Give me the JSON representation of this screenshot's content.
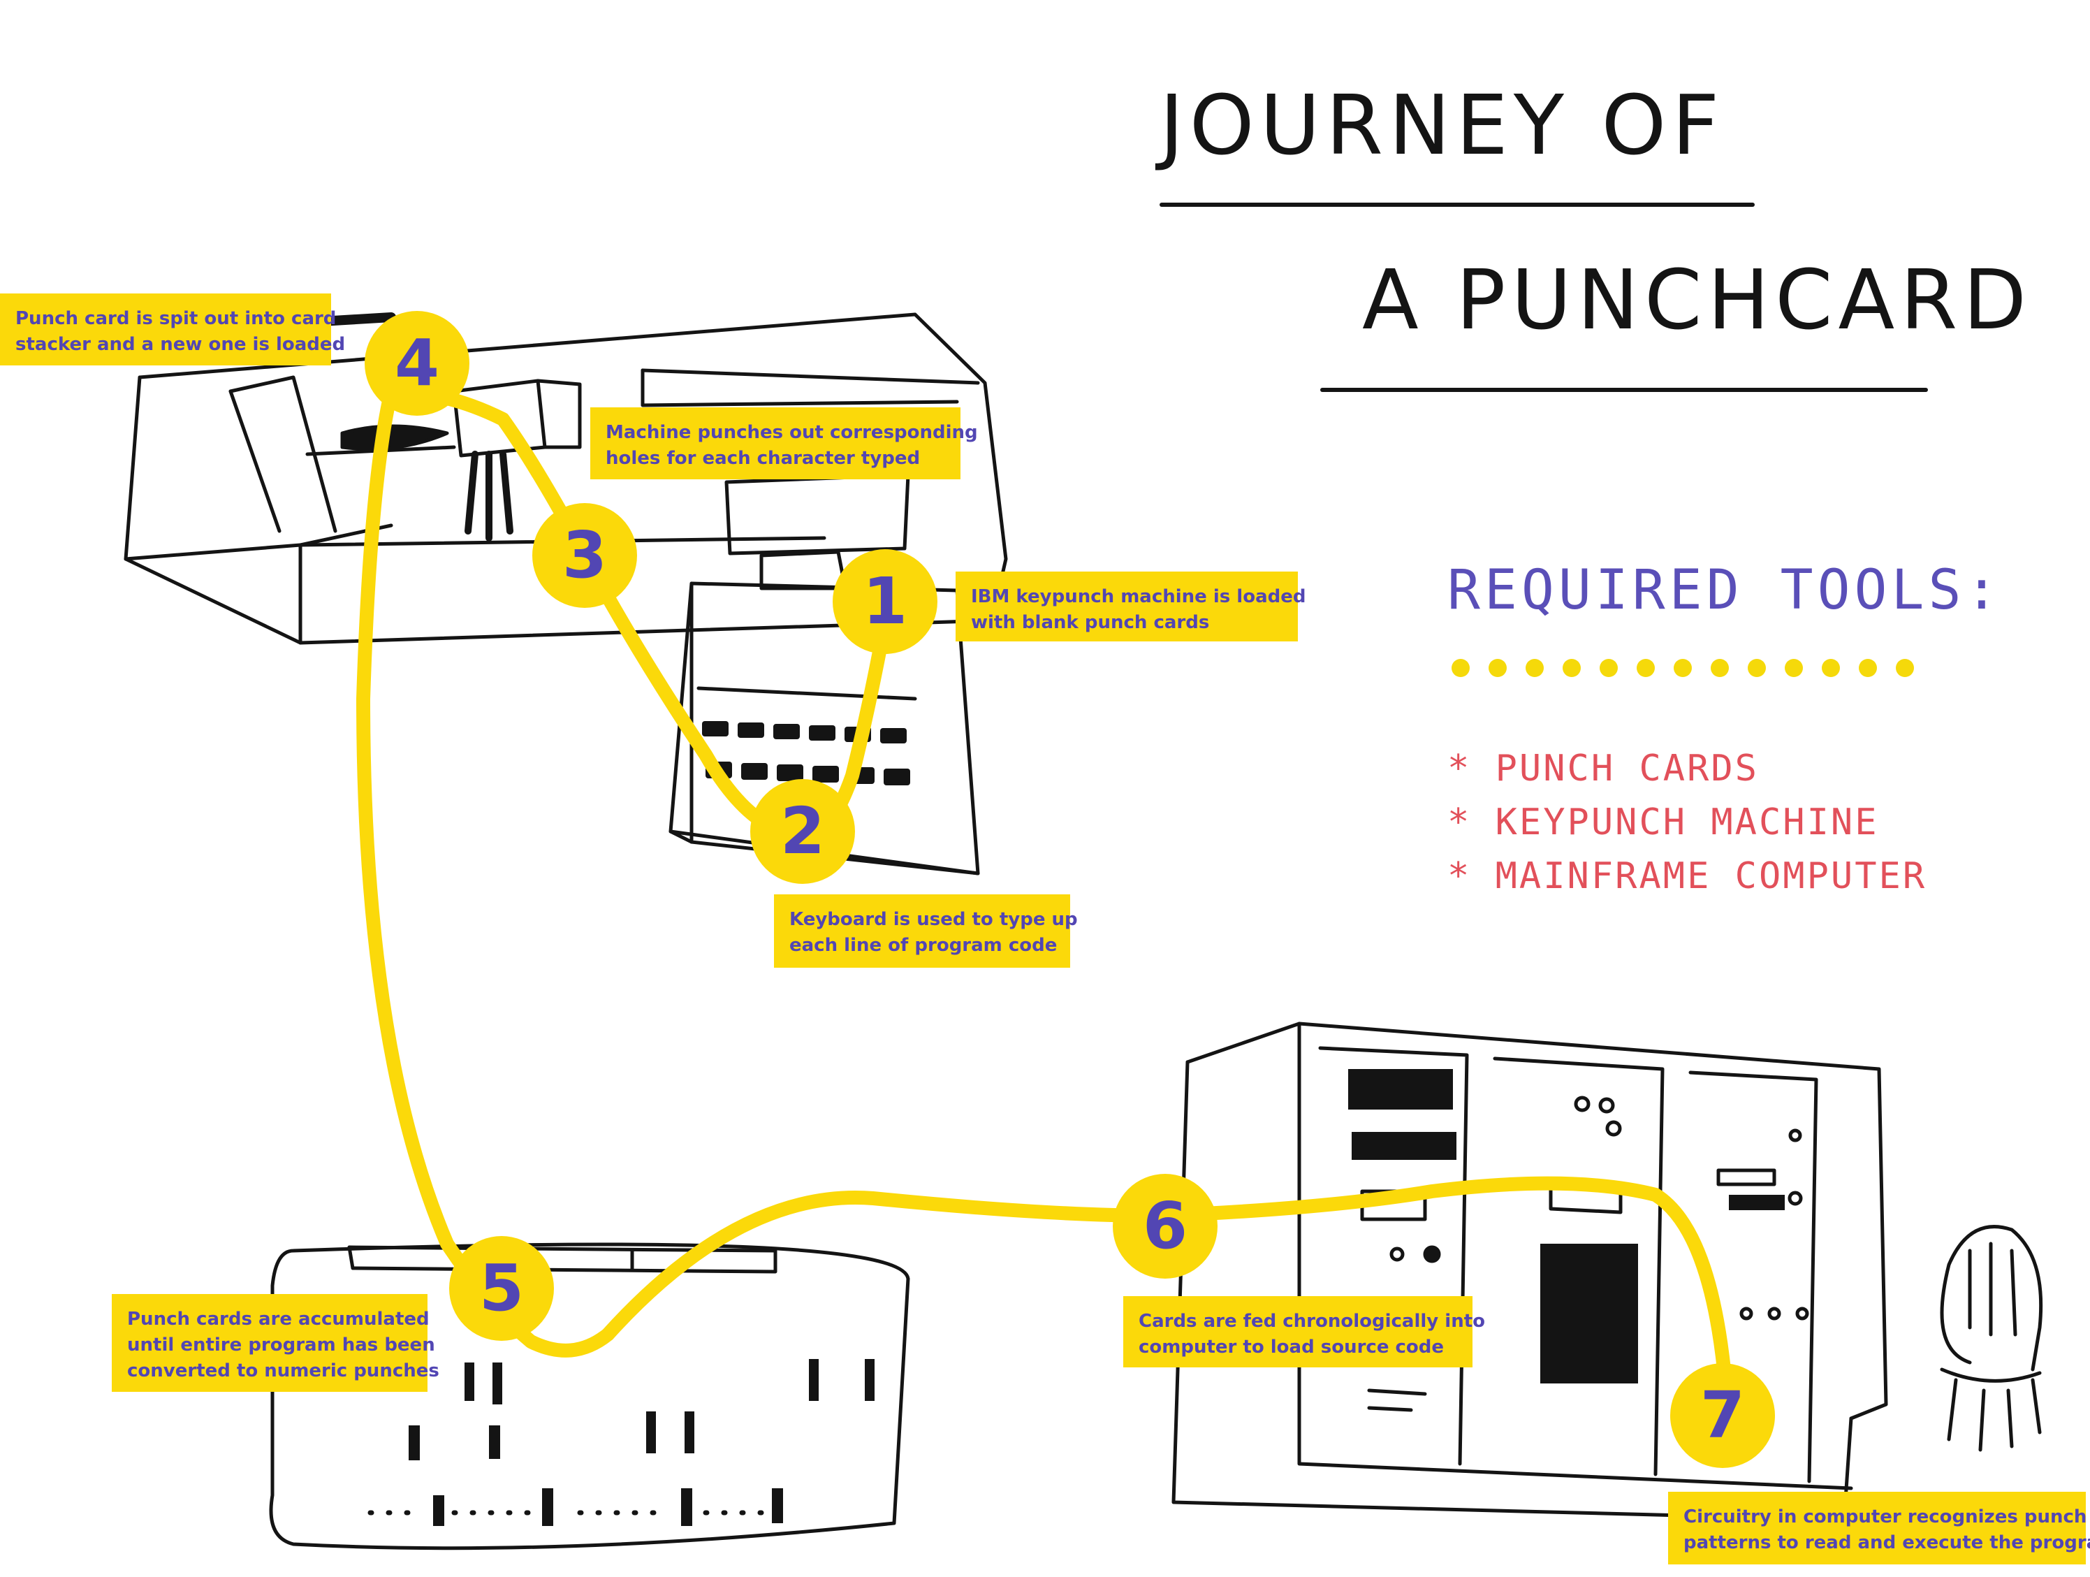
{
  "title": {
    "line1": "Journey of",
    "line2": "a Punchcard"
  },
  "required_tools": {
    "heading": "REQUIRED TOOLS:",
    "items": [
      "* PUNCH CARDS",
      "* KEYPUNCH MACHINE",
      "* MAINFRAME COMPUTER"
    ]
  },
  "steps": [
    {
      "number": "1",
      "line1": "IBM keypunch machine is loaded",
      "line2": "with blank punch cards"
    },
    {
      "number": "2",
      "line1": "Keyboard is used to type up",
      "line2": "each line of program code"
    },
    {
      "number": "3",
      "line1": "Machine punches out corresponding",
      "line2": "holes for each character typed"
    },
    {
      "number": "4",
      "line1": "Punch card is spit out into card",
      "line2": "stacker and a new one is loaded"
    },
    {
      "number": "5",
      "line1": "Punch cards are accumulated",
      "line2": "until entire program has been",
      "line3": "converted to numeric punches"
    },
    {
      "number": "6",
      "line1": "Cards are fed chronologically into",
      "line2": "computer to load source code"
    },
    {
      "number": "7",
      "line1": "Circuitry in computer recognizes punch",
      "line2": "patterns to read and execute the program"
    }
  ],
  "colors": {
    "accent_yellow": "#fbd90a",
    "step_text_purple": "#5246b3",
    "tools_heading_purple": "#5a4fb8",
    "tools_list_red": "#e2505a",
    "ink": "#141414"
  }
}
